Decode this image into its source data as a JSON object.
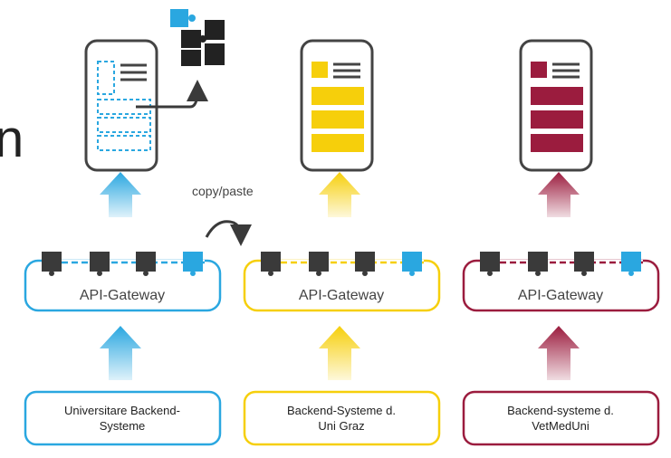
{
  "colors": {
    "blue": "#2aa7e0",
    "yellow": "#f6cf0b",
    "maroon": "#9b1c3e",
    "dark": "#3a3a3a",
    "phone_border": "#444444"
  },
  "edge_text": {
    "cut_char": "n"
  },
  "copy_paste_label": "copy/paste",
  "columns": [
    {
      "id": "uni",
      "color_key": "blue",
      "phone_style": "dashed",
      "gateway_label": "API-Gateway",
      "backend_label_line1": "Universitare Backend-",
      "backend_label_line2": "Systeme"
    },
    {
      "id": "graz",
      "color_key": "yellow",
      "phone_style": "solid",
      "gateway_label": "API-Gateway",
      "backend_label_line1": "Backend-Systeme d.",
      "backend_label_line2": "Uni Graz"
    },
    {
      "id": "vetmed",
      "color_key": "maroon",
      "phone_style": "solid",
      "gateway_label": "API-Gateway",
      "backend_label_line1": "Backend-systeme d.",
      "backend_label_line2": "VetMedUni"
    }
  ],
  "puzzle_icon": "puzzle-pieces-icon"
}
